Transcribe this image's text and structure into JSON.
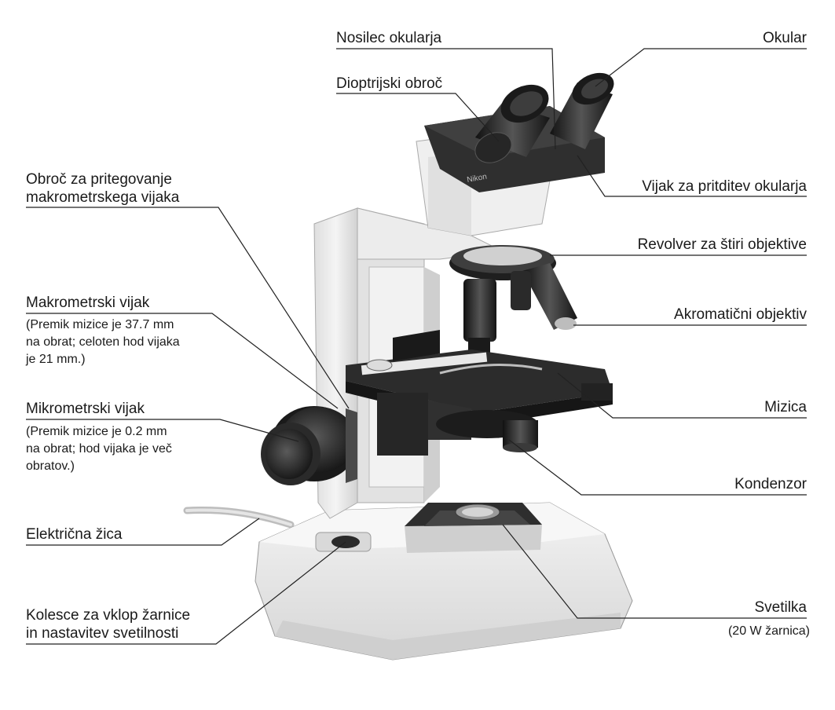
{
  "labels": {
    "nosilec_okularja": "Nosilec okularja",
    "okular": "Okular",
    "dioptrijski_obroc": "Dioptrijski obroč",
    "obroc_za_pritegovanje_1": "Obroč za pritegovanje",
    "obroc_za_pritegovanje_2": "makrometrskega vijaka",
    "vijak_za_pritditev": "Vijak za pritditev okularja",
    "revolver": "Revolver za štiri objektive",
    "makrometrski_vijak": "Makrometrski vijak",
    "makrometrski_note_1": "(Premik mizice je 37.7 mm",
    "makrometrski_note_2": "na obrat; celoten hod vijaka",
    "makrometrski_note_3": "je 21 mm.)",
    "akromaticni_objektiv": "Akromatični objektiv",
    "mikrometrski_vijak": "Mikrometrski vijak",
    "mikrometrski_note_1": "(Premik mizice je 0.2 mm",
    "mikrometrski_note_2": "na obrat; hod vijaka je več",
    "mikrometrski_note_3": "obratov.)",
    "mizica": "Mizica",
    "kondenzor": "Kondenzor",
    "elektricna_zica": "Električna žica",
    "kolesce_1": "Kolesce za vklop žarnice",
    "kolesce_2": "in nastavitev svetilnosti",
    "svetilka": "Svetilka",
    "svetilka_note": "(20 W žarnica)",
    "brand": "Nikon"
  },
  "colors": {
    "body_light": "#ededed",
    "body_shadow": "#c9c9c9",
    "dark": "#222222",
    "mid": "#4a4a4a",
    "leader": "#222222"
  }
}
